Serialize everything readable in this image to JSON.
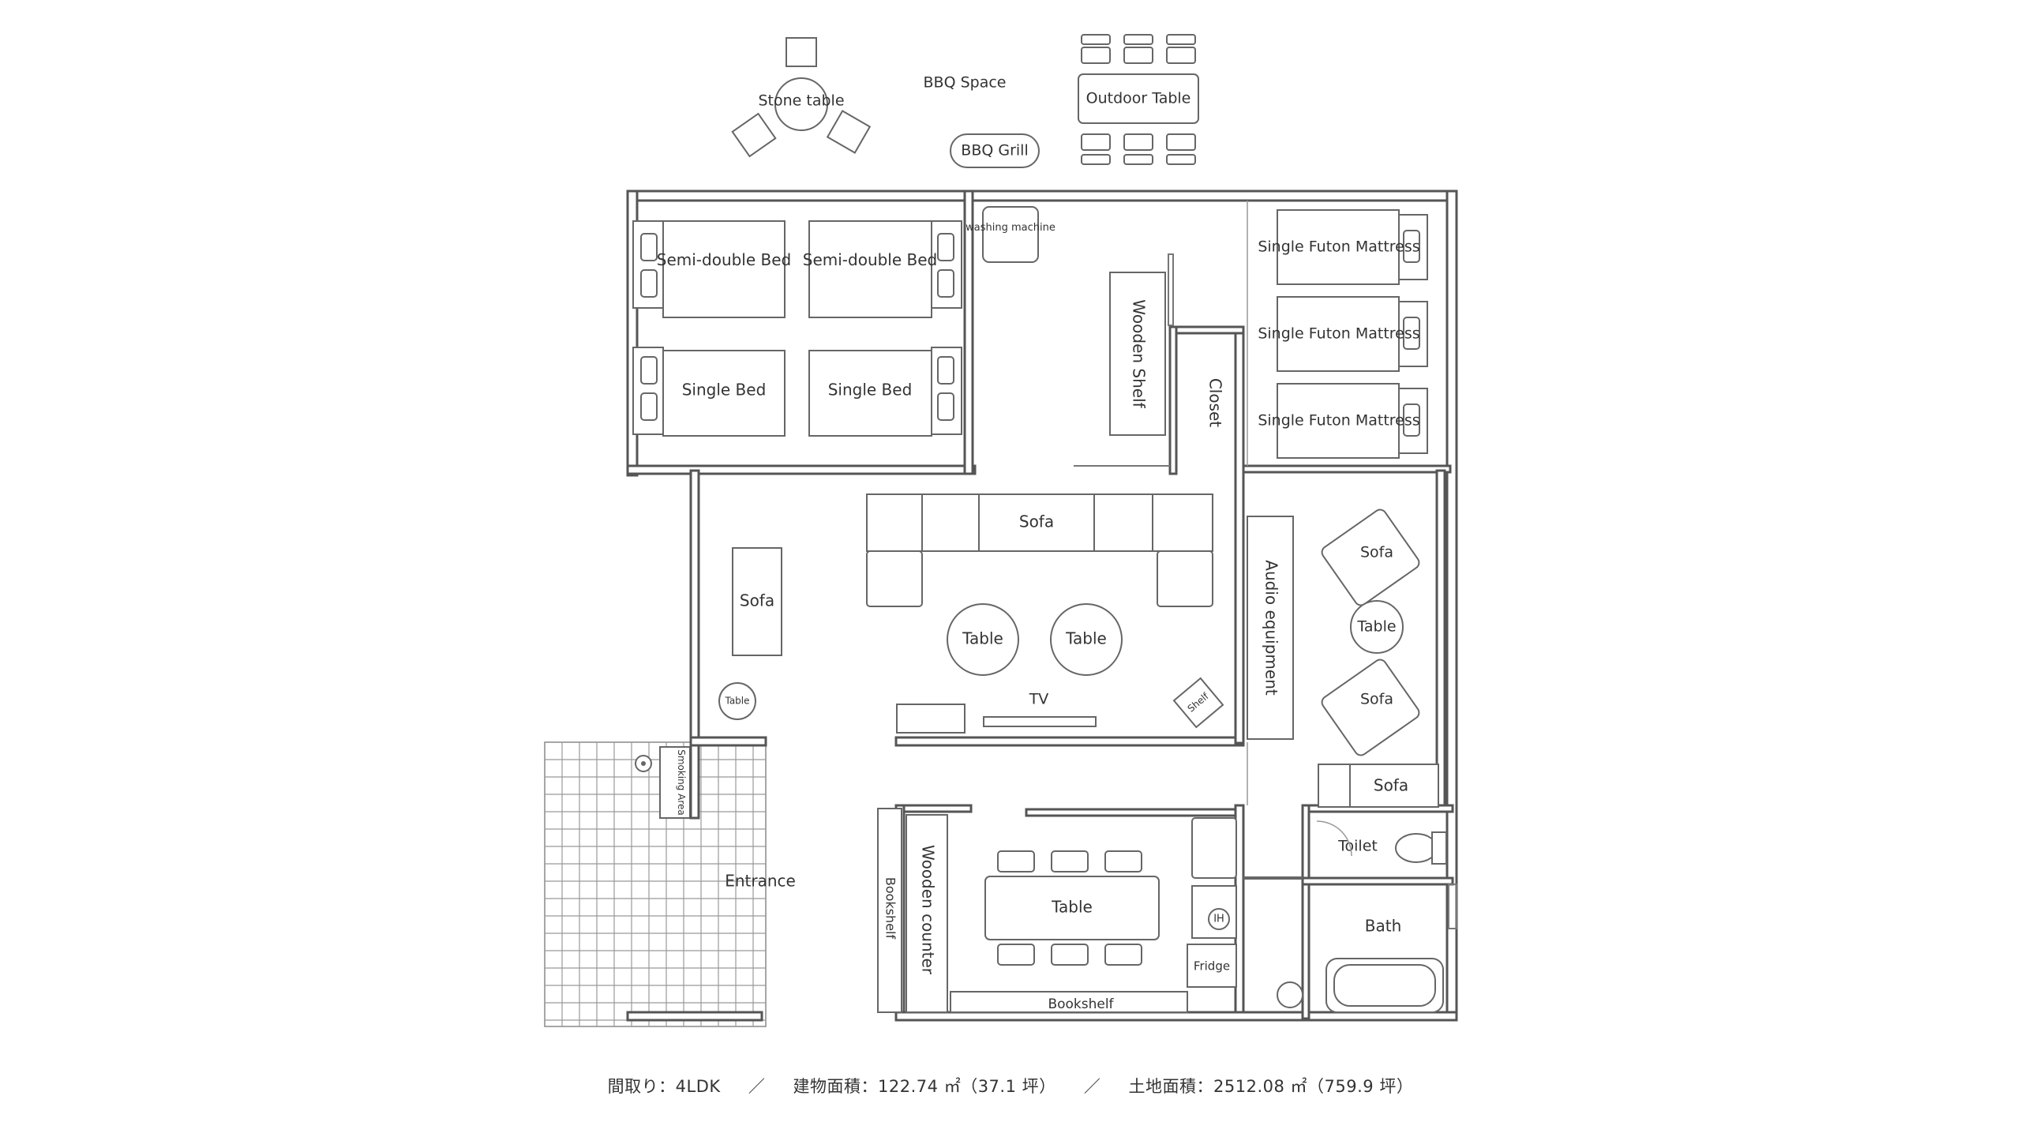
{
  "labels": {
    "stone_table": "Stone table",
    "bbq_space": "BBQ Space",
    "outdoor_table": "Outdoor Table",
    "bbq_grill": "BBQ Grill",
    "semi_double_bed": "Semi-double Bed",
    "single_bed": "Single Bed",
    "washing_machine": "washing machine",
    "wooden_shelf": "Wooden Shelf",
    "closet": "Closet",
    "single_futon": "Single Futon Mattress",
    "sofa": "Sofa",
    "table": "Table",
    "tv": "TV",
    "shelf": "Shelf",
    "audio_equipment": "Audio equipment",
    "smoking_area": "Smoking Area",
    "entrance": "Entrance",
    "bookshelf": "Bookshelf",
    "wooden_counter": "Wooden counter",
    "ih": "IH",
    "fridge": "Fridge",
    "toilet": "Toilet",
    "bath": "Bath"
  },
  "caption": {
    "layout": "間取り：4LDK",
    "sep": "／",
    "building_area": "建物面積：122.74 ㎡（37.1 坪）",
    "land_area": "土地面積：2512.08 ㎡（759.9 坪）"
  }
}
